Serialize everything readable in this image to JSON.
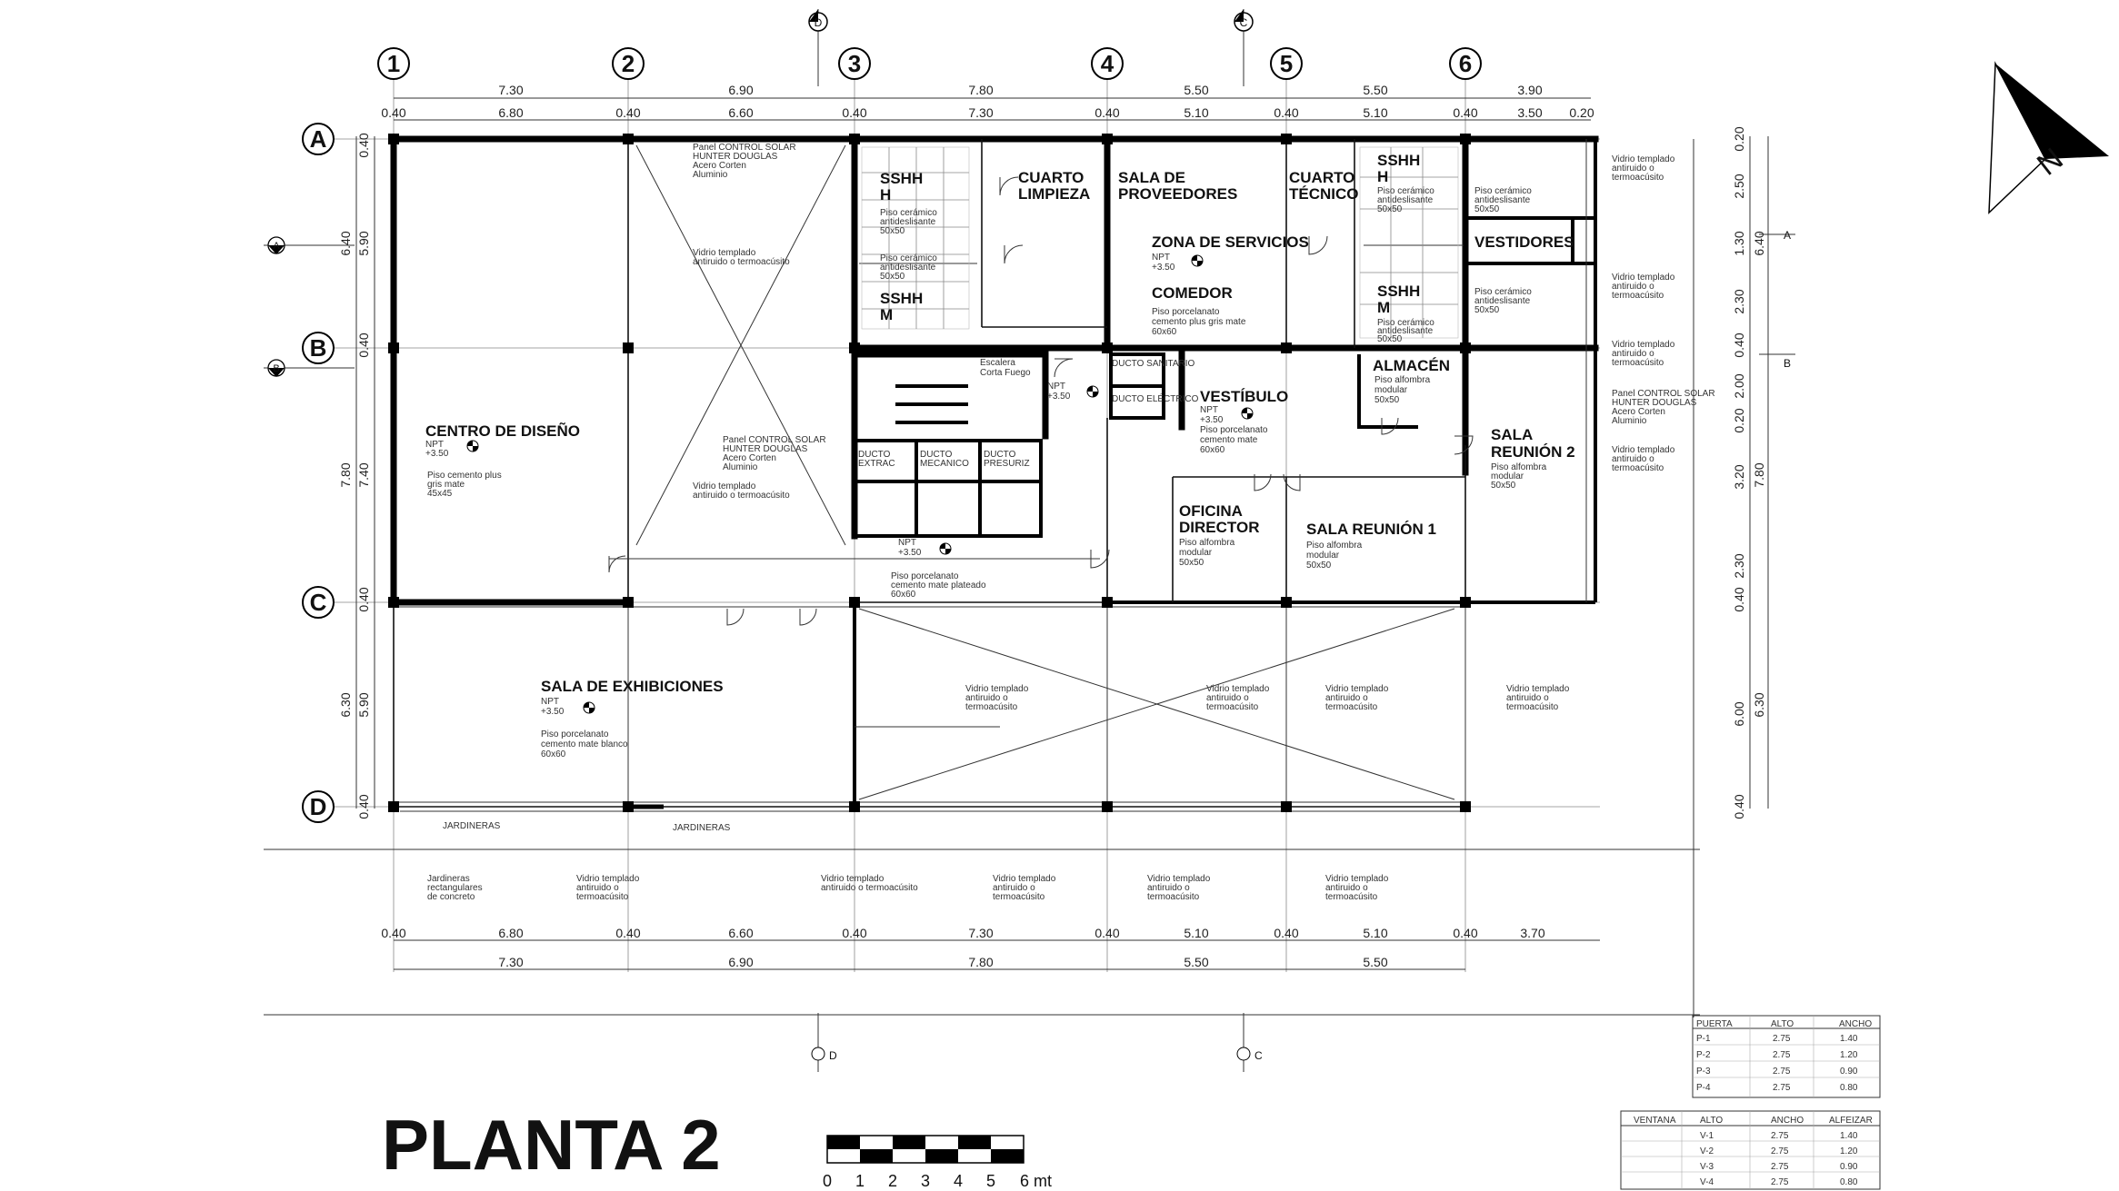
{
  "title": "PLANTA 2",
  "axes": {
    "numbers": [
      "1",
      "2",
      "3",
      "4",
      "5",
      "6"
    ],
    "letters": [
      "A",
      "B",
      "C",
      "D"
    ],
    "section_markers_top": [
      "D",
      "C"
    ],
    "section_markers_left": [
      "A",
      "B"
    ],
    "section_markers_right": [
      "A",
      "B"
    ],
    "section_markers_bottom": [
      "D",
      "C"
    ]
  },
  "dims_top": {
    "spans": [
      "7.30",
      "6.90",
      "7.80",
      "5.50",
      "5.50",
      "3.90"
    ],
    "details": [
      "0.40",
      "6.80",
      "0.40",
      "6.60",
      "0.40",
      "7.30",
      "0.40",
      "5.10",
      "0.40",
      "5.10",
      "0.40",
      "3.50",
      "0.20"
    ]
  },
  "dims_bottom": {
    "details": [
      "0.40",
      "6.80",
      "0.40",
      "6.60",
      "0.40",
      "7.30",
      "0.40",
      "5.10",
      "0.40",
      "5.10",
      "0.40",
      "3.70"
    ],
    "spans": [
      "7.30",
      "6.90",
      "7.80",
      "5.50",
      "5.50"
    ]
  },
  "dims_left": {
    "outer": [
      "6.40",
      "7.80",
      "6.30"
    ],
    "inner": [
      "0.40",
      "5.90",
      "0.40",
      "7.40",
      "0.40",
      "5.90",
      "0.40"
    ]
  },
  "dims_right": {
    "outer": [
      "6.40",
      "7.80",
      "6.30"
    ],
    "inner": [
      "0.20",
      "2.50",
      "1.30",
      "2.30",
      "0.40",
      "2.00",
      "0.20",
      "3.20",
      "2.30",
      "0.40",
      "6.00",
      "0.40"
    ]
  },
  "rooms": {
    "centro": "CENTRO DE DISEÑO",
    "centro_npt": "NPT",
    "centro_level": "+3.50",
    "centro_floor": [
      "Piso cemento plus",
      "gris mate",
      "45x45"
    ],
    "exhib": "SALA DE EXHIBICIONES",
    "exhib_npt": "NPT",
    "exhib_level": "+3.50",
    "exhib_floor": [
      "Piso porcelanato",
      "cemento mate blanco",
      "60x60"
    ],
    "sshh_h1": [
      "SSHH",
      "H"
    ],
    "sshh_m1": [
      "SSHH",
      "M"
    ],
    "cuarto_limpieza": [
      "CUARTO",
      "LIMPIEZA"
    ],
    "sala_prov": [
      "SALA DE",
      "PROVEEDORES"
    ],
    "cuarto_tecnico": [
      "CUARTO",
      "TÉCNICO"
    ],
    "sshh_h2": [
      "SSHH",
      "H"
    ],
    "sshh_m2": [
      "SSHH",
      "M"
    ],
    "vestidores": "VESTIDORES",
    "zona_serv": "ZONA DE SERVICIOS",
    "zona_npt": "NPT",
    "zona_level": "+3.50",
    "comedor": "COMEDOR",
    "comedor_floor": [
      "Piso porcelanato",
      "cemento plus gris mate",
      "60x60"
    ],
    "escalera": [
      "Escalera",
      "Corta Fuego"
    ],
    "escalera_npt": "NPT",
    "escalera_level": "+3.50",
    "ducto_sanitario": "DUCTO SANITARIO",
    "ducto_electrico": "DUCTO ELÉCTRICO",
    "ducto_extrac": [
      "DUCTO",
      "EXTRAC"
    ],
    "ducto_mecanico": [
      "DUCTO",
      "MECANICO"
    ],
    "ducto_presuriz": [
      "DUCTO",
      "PRESURIZ"
    ],
    "vestibulo": "VESTÍBULO",
    "vest_npt": "NPT",
    "vest_level": "+3.50",
    "vest_floor": [
      "Piso porcelanato",
      "cemento mate",
      "60x60"
    ],
    "almacen": "ALMACÉN",
    "almacen_floor": [
      "Piso alfombra",
      "modular",
      "50x50"
    ],
    "sala_reunion2": [
      "SALA",
      "REUNIÓN 2"
    ],
    "reunion2_floor": [
      "Piso alfombra",
      "modular",
      "50x50"
    ],
    "oficina": [
      "OFICINA",
      "DIRECTOR"
    ],
    "oficina_floor": [
      "Piso alfombra",
      "modular",
      "50x50"
    ],
    "sala_reunion1": "SALA REUNIÓN 1",
    "reunion1_floor": [
      "Piso alfombra",
      "modular",
      "50x50"
    ],
    "hall_npt": "NPT",
    "hall_level": "+3.50",
    "hall_floor": [
      "Piso porcelanato",
      "cemento mate plateado",
      "60x60"
    ],
    "ceramic": [
      "Piso cerámico",
      "antideslisante",
      "50x50"
    ]
  },
  "notes": {
    "panel": [
      "Panel CONTROL SOLAR",
      "HUNTER DOUGLAS",
      "Acero Corten",
      "Aluminio"
    ],
    "vidrio": [
      "Vidrio templado",
      "antiruido o termoacúsito"
    ],
    "vidrio3": [
      "Vidrio templado",
      "antiruido o",
      "termoacúsito"
    ],
    "jardineras": "JARDINERAS",
    "jardineras_concreto": [
      "Jardineras",
      "rectangulares",
      "de concreto"
    ]
  },
  "door_table": {
    "headers": [
      "PUERTA",
      "ALTO",
      "ANCHO"
    ],
    "rows": [
      [
        "P-1",
        "2.75",
        "1.40"
      ],
      [
        "P-2",
        "2.75",
        "1.20"
      ],
      [
        "P-3",
        "2.75",
        "0.90"
      ],
      [
        "P-4",
        "2.75",
        "0.80"
      ]
    ]
  },
  "window_table": {
    "headers": [
      "VENTANA",
      "ALTO",
      "ANCHO",
      "ALFEIZAR"
    ],
    "rows": [
      [
        "V-1",
        "2.75",
        "1.40"
      ],
      [
        "V-2",
        "2.75",
        "1.20"
      ],
      [
        "V-3",
        "2.75",
        "0.90"
      ],
      [
        "V-4",
        "2.75",
        "0.80"
      ]
    ]
  },
  "scale": {
    "labels": [
      "0",
      "1",
      "2",
      "3",
      "4",
      "5",
      "6 mt"
    ]
  },
  "north": "N"
}
